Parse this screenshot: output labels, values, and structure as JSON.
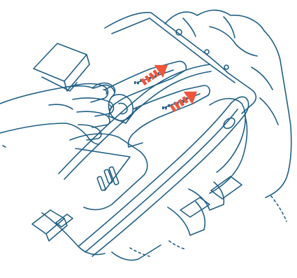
{
  "figure": {
    "type": "instruction-illustration",
    "colors": {
      "line": "#1f5f85",
      "arrow": "#f0553a",
      "zipper": "#1f5f85",
      "background": "#ffffff"
    },
    "arrows": [
      {
        "icon": "arrow-up-right-icon",
        "count": 1
      },
      {
        "icon": "arrow-up-right-icon",
        "count": 1
      }
    ],
    "icons": [
      "hand-icon",
      "zipper-icon",
      "buckle-icon",
      "strap-icon",
      "backpack-icon"
    ]
  }
}
